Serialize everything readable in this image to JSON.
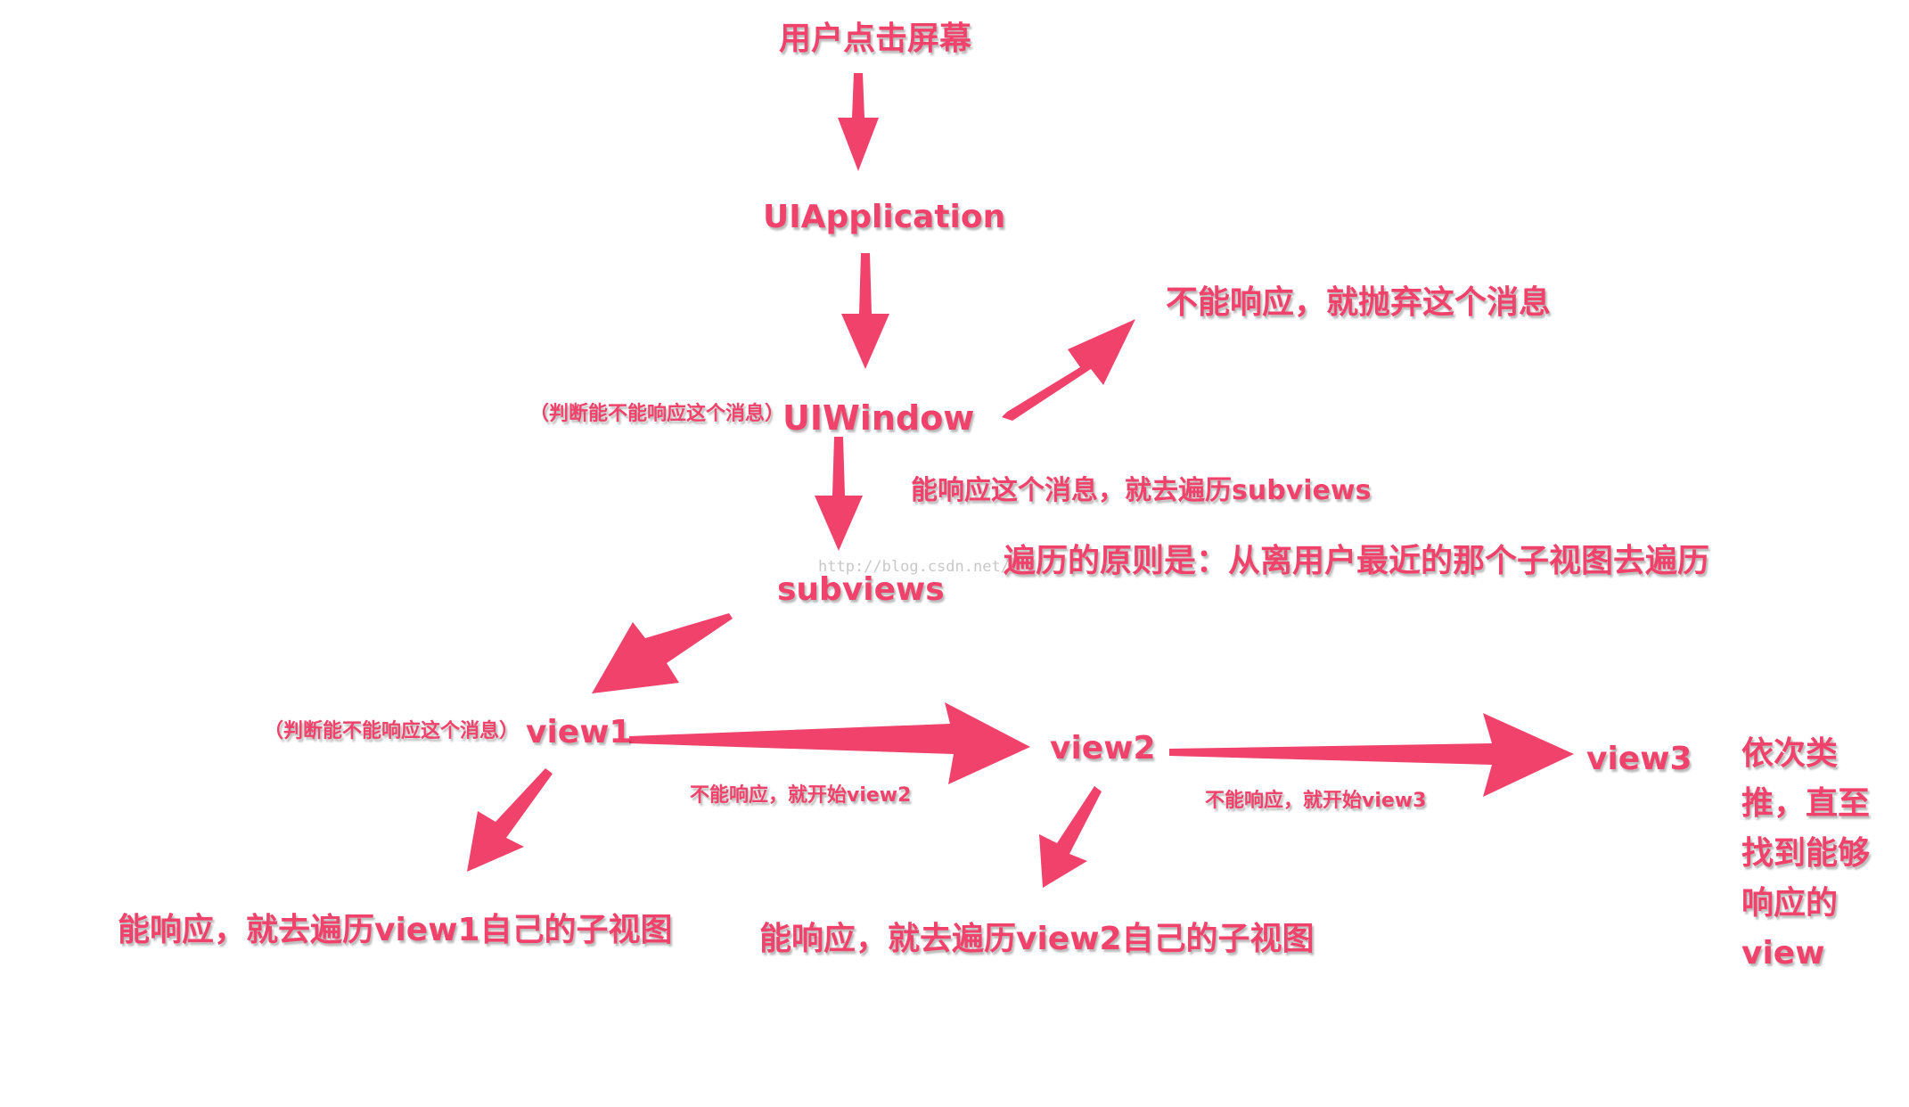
{
  "colors": {
    "accent": "#f0426b",
    "watermark": "#c8c8c8"
  },
  "nodes": {
    "user_tap": "用户点击屏幕",
    "ui_application": "UIApplication",
    "ui_window": "UIWindow",
    "subviews": "subviews",
    "view1": "view1",
    "view2": "view2",
    "view3": "view3"
  },
  "annotations": {
    "discard": "不能响应，就抛弃这个消息",
    "window_check": "（判断能不能响应这个消息）",
    "traverse_subviews": "能响应这个消息，就去遍历subviews",
    "traverse_rule": "遍历的原则是：从离用户最近的那个子视图去遍历",
    "view1_check": "（判断能不能响应这个消息）",
    "start_view2": "不能响应，就开始view2",
    "start_view3": "不能响应，就开始view3",
    "view1_children": "能响应，就去遍历view1自己的子视图",
    "view2_children": "能响应，就去遍历view2自己的子视图",
    "side_note": [
      "依次类",
      "推，直至",
      "找到能够",
      "响应的",
      "view"
    ]
  },
  "watermark": "http://blog.csdn.net/"
}
